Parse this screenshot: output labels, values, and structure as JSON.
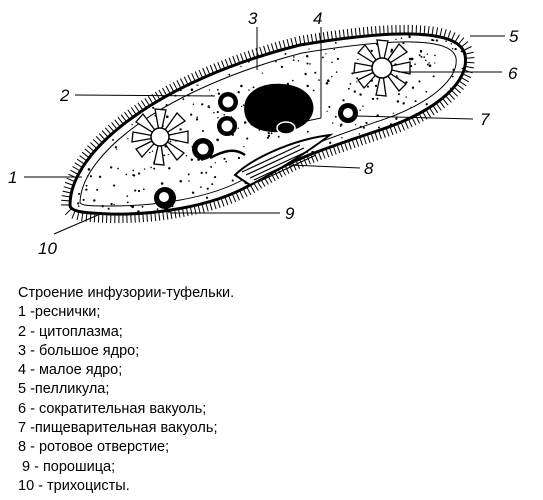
{
  "figure": {
    "callouts": [
      {
        "id": "1",
        "text": "1"
      },
      {
        "id": "2",
        "text": "2"
      },
      {
        "id": "3",
        "text": "3"
      },
      {
        "id": "4",
        "text": "4"
      },
      {
        "id": "5",
        "text": "5"
      },
      {
        "id": "6",
        "text": "6"
      },
      {
        "id": "7",
        "text": "7"
      },
      {
        "id": "8",
        "text": "8"
      },
      {
        "id": "9",
        "text": "9"
      },
      {
        "id": "10",
        "text": "10"
      }
    ]
  },
  "legend": {
    "title": "Строение инфузории-туфельки.",
    "items": [
      "1 -реснички;",
      "2 - цитоплазма;",
      "3 - большое ядро;",
      "4 - малое ядро;",
      "5 -пелликула;",
      "6 - сократительная вакуоль;",
      "7 -пищеварительная вакуоль;",
      "8 - ротовое отверстие;",
      "9 - порошица;",
      "10 - трихоцисты."
    ]
  }
}
